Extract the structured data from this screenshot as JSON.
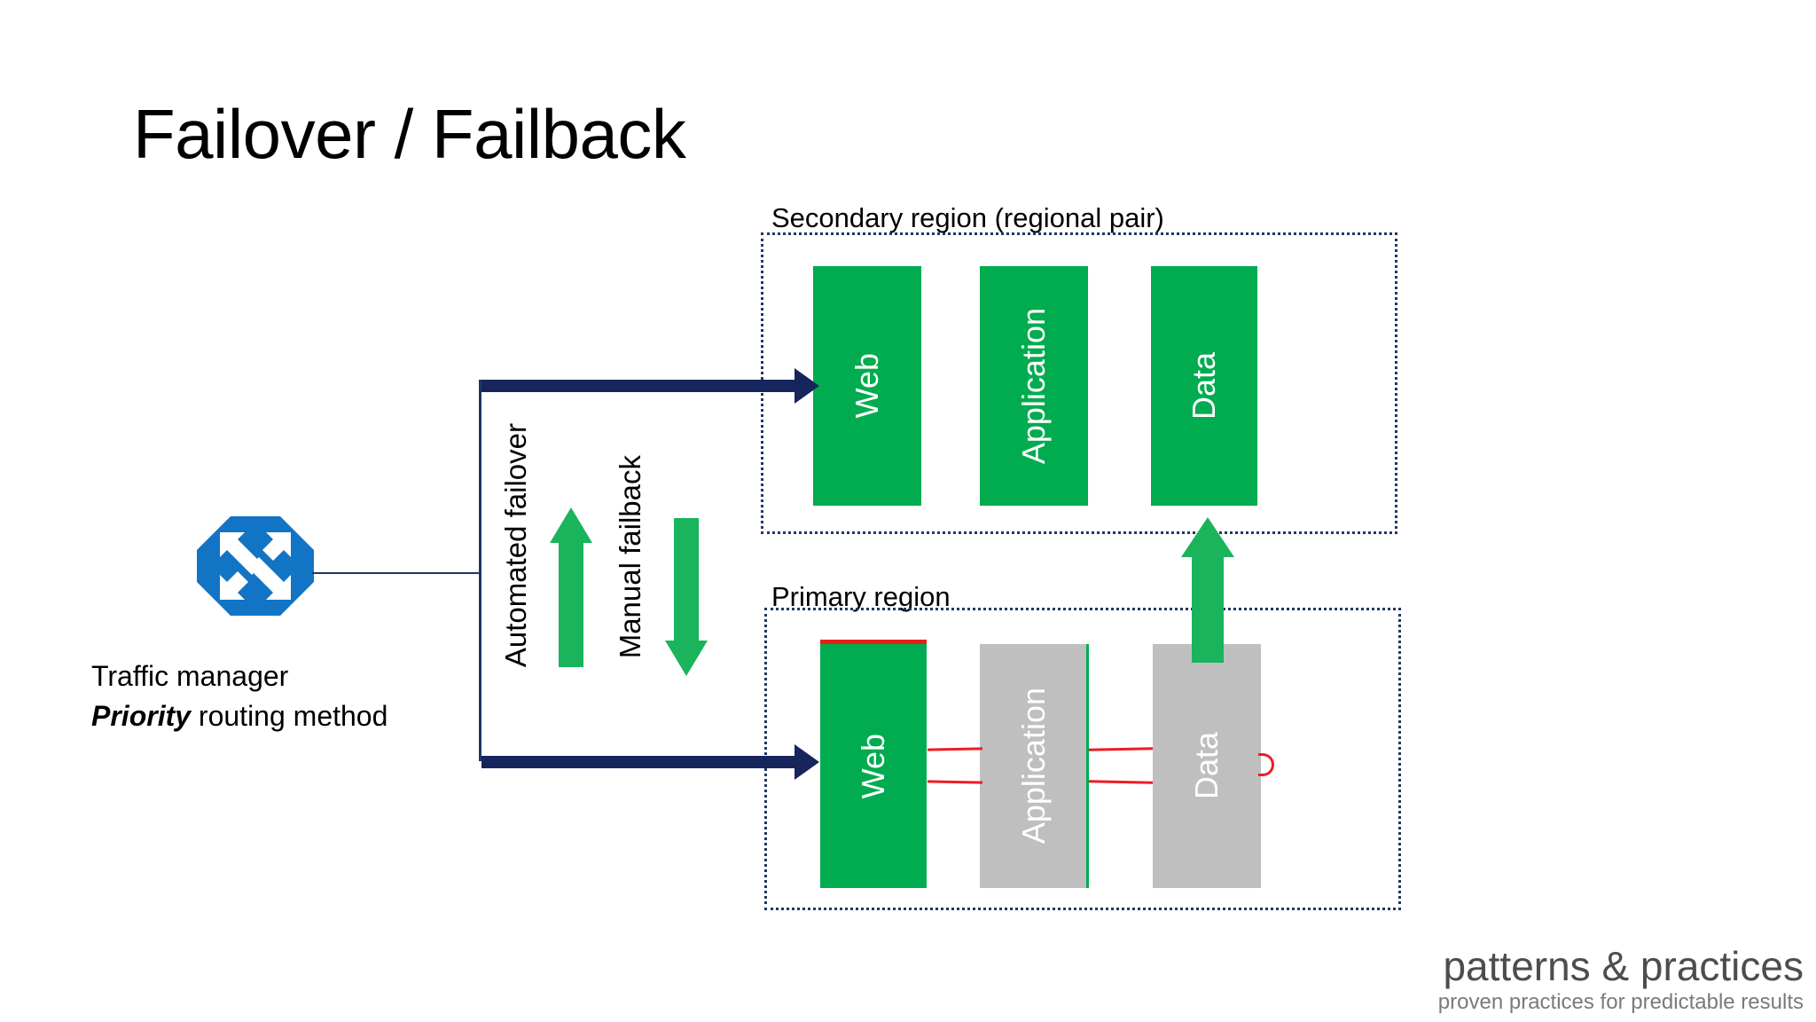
{
  "slide": {
    "title": "Failover / Failback",
    "background_color": "#FFFFFF"
  },
  "colors": {
    "healthy_green": "#00AC4F",
    "arrow_green": "#19B45B",
    "failed_gray": "#BFBFBF",
    "navy": "#16265C",
    "region_border_navy": "#1F3864",
    "error_red": "#ED1C24",
    "azure_blue": "#0F6CBD"
  },
  "traffic_manager": {
    "icon_name": "azure-traffic-manager-icon",
    "caption_line1": "Traffic manager",
    "caption_emphasis": "Priority",
    "caption_line2_rest": " routing method"
  },
  "arrows": {
    "failover_label": "Automated failover",
    "failback_label": "Manual failback",
    "replication_direction": "up",
    "route_top_label": "",
    "route_bottom_label": ""
  },
  "regions": [
    {
      "id": "secondary",
      "label": "Secondary region (regional pair)",
      "tiers": [
        {
          "name": "Web",
          "status": "healthy",
          "color": "#00AC4F"
        },
        {
          "name": "Application",
          "status": "healthy",
          "color": "#00AC4F"
        },
        {
          "name": "Data",
          "status": "healthy",
          "color": "#00AC4F"
        }
      ]
    },
    {
      "id": "primary",
      "label": "Primary region",
      "tiers": [
        {
          "name": "Web",
          "status": "degraded",
          "color": "#00AC4F"
        },
        {
          "name": "Application",
          "status": "failed",
          "color": "#BFBFBF"
        },
        {
          "name": "Data",
          "status": "failed",
          "color": "#BFBFBF"
        }
      ]
    }
  ],
  "footer": {
    "logo_main": "patterns & practices",
    "logo_tagline": "proven practices for predictable results"
  }
}
